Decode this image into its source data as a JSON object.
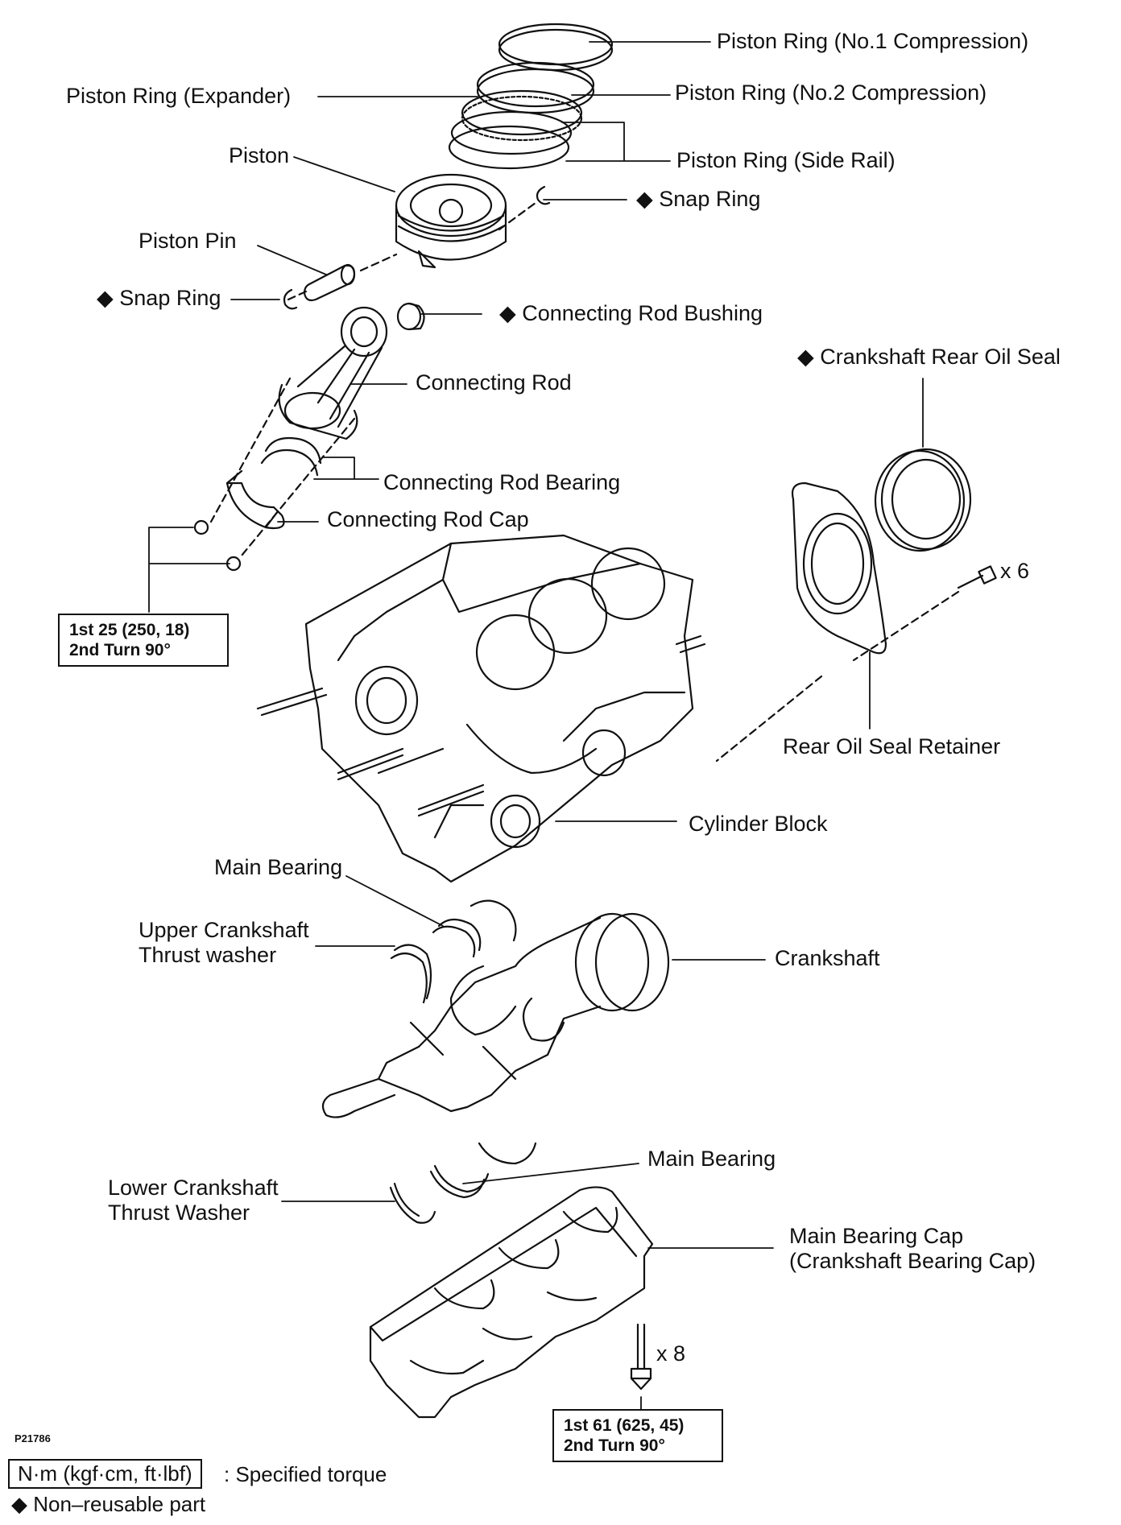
{
  "labels": {
    "ring_no1": "Piston Ring (No.1 Compression)",
    "ring_no2": "Piston Ring (No.2 Compression)",
    "ring_expander": "Piston Ring (Expander)",
    "ring_side_rail": "Piston Ring (Side Rail)",
    "piston": "Piston",
    "snap_ring": "Snap Ring",
    "piston_pin": "Piston Pin",
    "con_rod_bushing": "Connecting Rod Bushing",
    "crank_rear_oil_seal": "Crankshaft Rear Oil Seal",
    "con_rod": "Connecting Rod",
    "con_rod_bearing": "Connecting Rod Bearing",
    "con_rod_cap": "Connecting Rod Cap",
    "bolt_count_6": "x 6",
    "rear_oil_seal_retainer": "Rear Oil Seal Retainer",
    "cylinder_block": "Cylinder Block",
    "main_bearing": "Main Bearing",
    "upper_thrust_line1": "Upper Crankshaft",
    "upper_thrust_line2": "Thrust washer",
    "crankshaft": "Crankshaft",
    "lower_thrust_line1": "Lower Crankshaft",
    "lower_thrust_line2": "Thrust Washer",
    "main_cap_line1": "Main Bearing Cap",
    "main_cap_line2": "(Crankshaft Bearing Cap)",
    "bolt_count_8": "x 8"
  },
  "torque": {
    "con_rod_line1": "1st 25 (250, 18)",
    "con_rod_line2": "2nd Turn 90°",
    "main_cap_line1": "1st 61 (625, 45)",
    "main_cap_line2": "2nd Turn 90°"
  },
  "diagram_code": "P21786",
  "legend": {
    "unit_box": "N·m (kgf·cm, ft·lbf)",
    "unit_text": ": Specified torque",
    "nonreusable_text": "Non–reusable part",
    "diamond": "◆"
  }
}
